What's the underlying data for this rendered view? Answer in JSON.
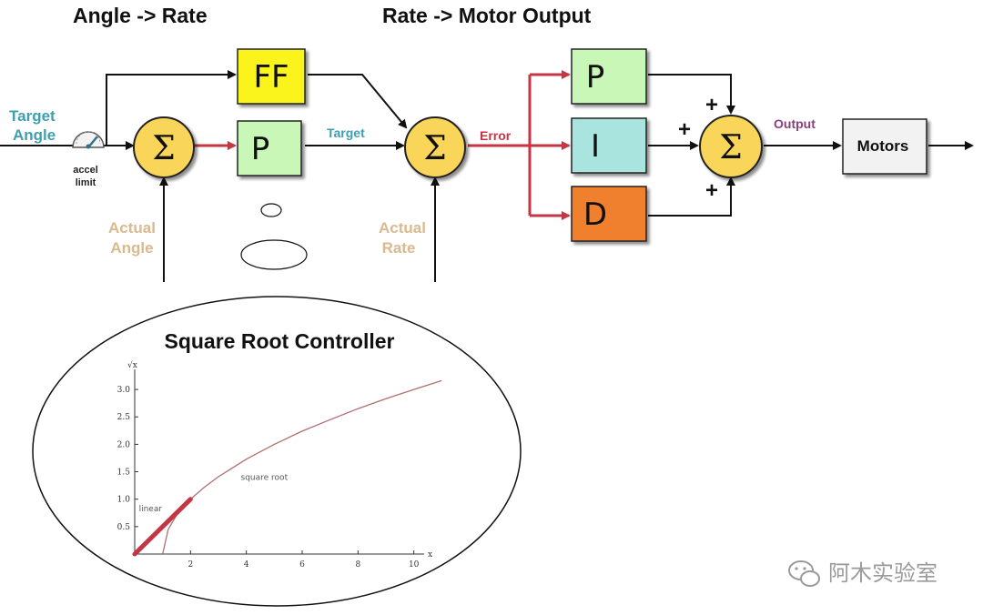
{
  "headers": {
    "angle_rate": "Angle -> Rate",
    "rate_motor": "Rate -> Motor Output"
  },
  "blocks": {
    "ff": "FF",
    "p_angle": "P",
    "p_rate": "P",
    "i_rate": "I",
    "d_rate": "D",
    "motors": "Motors",
    "sum_symbol": "Σ"
  },
  "labels": {
    "target_angle_line1": "Target",
    "target_angle_line2": "Angle",
    "accel_line1": "accel",
    "accel_line2": "limit",
    "actual_angle_line1": "Actual",
    "actual_angle_line2": "Angle",
    "actual_rate_line1": "Actual",
    "actual_rate_line2": "Rate",
    "target": "Target",
    "error": "Error",
    "output": "Output",
    "plus": "+"
  },
  "colors": {
    "ff_block": "#fbf31f",
    "p_block": "#c9f7b8",
    "i_block": "#a9e4de",
    "d_block": "#f07f2e",
    "motors_block": "#f2f2f2",
    "sum_fill": "#f9d65a",
    "error_arrow": "#c43644",
    "target_label": "#3f9fb0",
    "actual_label": "#d9b98e",
    "output_label": "#8b3f7a"
  },
  "watermark": "阿木实验室",
  "chart_data": {
    "type": "line",
    "title": "Square Root Controller",
    "xlabel": "x",
    "ylabel": "√x",
    "xlim": [
      0,
      10.5
    ],
    "ylim": [
      0,
      3.3
    ],
    "xticks": [
      "2",
      "4",
      "6",
      "8",
      "10"
    ],
    "yticks": [
      "0.5",
      "1.0",
      "1.5",
      "2.0",
      "2.5",
      "3.0"
    ],
    "series": [
      {
        "name": "linear",
        "x": [
          0,
          2
        ],
        "y": [
          0,
          1.0
        ]
      },
      {
        "name": "square root",
        "x": [
          1.0,
          1.2,
          1.5,
          2.0,
          2.5,
          3,
          4,
          5,
          6,
          7,
          8,
          9,
          10,
          11
        ],
        "y": [
          0,
          0.45,
          0.71,
          1.0,
          1.22,
          1.41,
          1.73,
          2.0,
          2.24,
          2.45,
          2.65,
          2.83,
          3.0,
          3.16
        ]
      }
    ],
    "annotations": [
      "linear",
      "square root"
    ]
  }
}
